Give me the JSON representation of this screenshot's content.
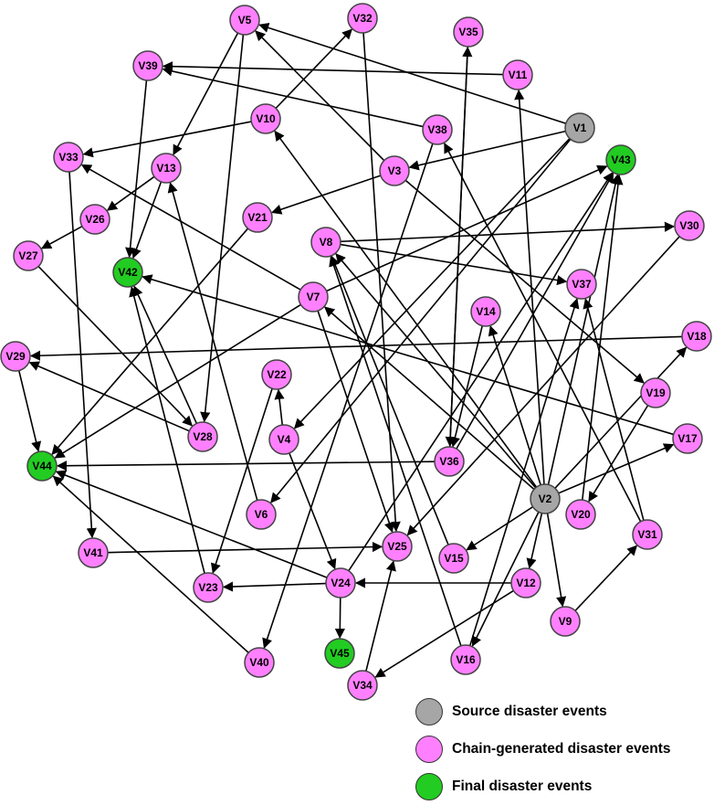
{
  "legend": [
    {
      "label": "Source disaster events",
      "color": "#a6a6a6"
    },
    {
      "label": "Chain-generated disaster events",
      "color": "#ff80ff"
    },
    {
      "label": "Final disaster events",
      "color": "#22cc22"
    }
  ],
  "nodes": [
    {
      "id": "V1",
      "type": "source"
    },
    {
      "id": "V2",
      "type": "source"
    },
    {
      "id": "V3",
      "type": "chain"
    },
    {
      "id": "V4",
      "type": "chain"
    },
    {
      "id": "V5",
      "type": "chain"
    },
    {
      "id": "V6",
      "type": "chain"
    },
    {
      "id": "V7",
      "type": "chain"
    },
    {
      "id": "V8",
      "type": "chain"
    },
    {
      "id": "V9",
      "type": "chain"
    },
    {
      "id": "V10",
      "type": "chain"
    },
    {
      "id": "V11",
      "type": "chain"
    },
    {
      "id": "V12",
      "type": "chain"
    },
    {
      "id": "V13",
      "type": "chain"
    },
    {
      "id": "V14",
      "type": "chain"
    },
    {
      "id": "V15",
      "type": "chain"
    },
    {
      "id": "V16",
      "type": "chain"
    },
    {
      "id": "V17",
      "type": "chain"
    },
    {
      "id": "V18",
      "type": "chain"
    },
    {
      "id": "V19",
      "type": "chain"
    },
    {
      "id": "V20",
      "type": "chain"
    },
    {
      "id": "V21",
      "type": "chain"
    },
    {
      "id": "V22",
      "type": "chain"
    },
    {
      "id": "V23",
      "type": "chain"
    },
    {
      "id": "V24",
      "type": "chain"
    },
    {
      "id": "V25",
      "type": "chain"
    },
    {
      "id": "V26",
      "type": "chain"
    },
    {
      "id": "V27",
      "type": "chain"
    },
    {
      "id": "V28",
      "type": "chain"
    },
    {
      "id": "V29",
      "type": "chain"
    },
    {
      "id": "V30",
      "type": "chain"
    },
    {
      "id": "V31",
      "type": "chain"
    },
    {
      "id": "V32",
      "type": "chain"
    },
    {
      "id": "V33",
      "type": "chain"
    },
    {
      "id": "V34",
      "type": "chain"
    },
    {
      "id": "V35",
      "type": "chain"
    },
    {
      "id": "V36",
      "type": "chain"
    },
    {
      "id": "V37",
      "type": "chain"
    },
    {
      "id": "V38",
      "type": "chain"
    },
    {
      "id": "V39",
      "type": "chain"
    },
    {
      "id": "V40",
      "type": "chain"
    },
    {
      "id": "V41",
      "type": "chain"
    },
    {
      "id": "V42",
      "type": "final"
    },
    {
      "id": "V43",
      "type": "final"
    },
    {
      "id": "V44",
      "type": "final"
    },
    {
      "id": "V45",
      "type": "final"
    }
  ],
  "edges": [
    [
      "V1",
      "V5"
    ],
    [
      "V1",
      "V3"
    ],
    [
      "V1",
      "V4"
    ],
    [
      "V1",
      "V6"
    ],
    [
      "V2",
      "V8"
    ],
    [
      "V2",
      "V10"
    ],
    [
      "V2",
      "V11"
    ],
    [
      "V2",
      "V14"
    ],
    [
      "V2",
      "V15"
    ],
    [
      "V2",
      "V16"
    ],
    [
      "V2",
      "V17"
    ],
    [
      "V2",
      "V18"
    ],
    [
      "V2",
      "V9"
    ],
    [
      "V2",
      "V12"
    ],
    [
      "V2",
      "V43"
    ],
    [
      "V2",
      "V7"
    ],
    [
      "V3",
      "V5"
    ],
    [
      "V3",
      "V19"
    ],
    [
      "V3",
      "V21"
    ],
    [
      "V4",
      "V22"
    ],
    [
      "V4",
      "V24"
    ],
    [
      "V5",
      "V13"
    ],
    [
      "V5",
      "V28"
    ],
    [
      "V6",
      "V13"
    ],
    [
      "V7",
      "V33"
    ],
    [
      "V7",
      "V44"
    ],
    [
      "V7",
      "V43"
    ],
    [
      "V7",
      "V25"
    ],
    [
      "V8",
      "V30"
    ],
    [
      "V8",
      "V37"
    ],
    [
      "V9",
      "V31"
    ],
    [
      "V10",
      "V32"
    ],
    [
      "V10",
      "V33"
    ],
    [
      "V11",
      "V39"
    ],
    [
      "V12",
      "V24"
    ],
    [
      "V12",
      "V34"
    ],
    [
      "V13",
      "V26"
    ],
    [
      "V13",
      "V42"
    ],
    [
      "V14",
      "V36"
    ],
    [
      "V15",
      "V8"
    ],
    [
      "V16",
      "V8"
    ],
    [
      "V16",
      "V37"
    ],
    [
      "V17",
      "V42"
    ],
    [
      "V18",
      "V29"
    ],
    [
      "V19",
      "V20"
    ],
    [
      "V20",
      "V43"
    ],
    [
      "V21",
      "V44"
    ],
    [
      "V22",
      "V23"
    ],
    [
      "V23",
      "V42"
    ],
    [
      "V24",
      "V23"
    ],
    [
      "V24",
      "V44"
    ],
    [
      "V24",
      "V43"
    ],
    [
      "V24",
      "V45"
    ],
    [
      "V26",
      "V27"
    ],
    [
      "V27",
      "V28"
    ],
    [
      "V28",
      "V29"
    ],
    [
      "V28",
      "V42"
    ],
    [
      "V29",
      "V44"
    ],
    [
      "V30",
      "V25"
    ],
    [
      "V31",
      "V38"
    ],
    [
      "V31",
      "V37"
    ],
    [
      "V32",
      "V25"
    ],
    [
      "V33",
      "V41"
    ],
    [
      "V34",
      "V25"
    ],
    [
      "V35",
      "V36"
    ],
    [
      "V36",
      "V44"
    ],
    [
      "V36",
      "V35"
    ],
    [
      "V36",
      "V43"
    ],
    [
      "V38",
      "V39"
    ],
    [
      "V38",
      "V40"
    ],
    [
      "V39",
      "V42"
    ],
    [
      "V40",
      "V44"
    ],
    [
      "V41",
      "V25"
    ]
  ]
}
